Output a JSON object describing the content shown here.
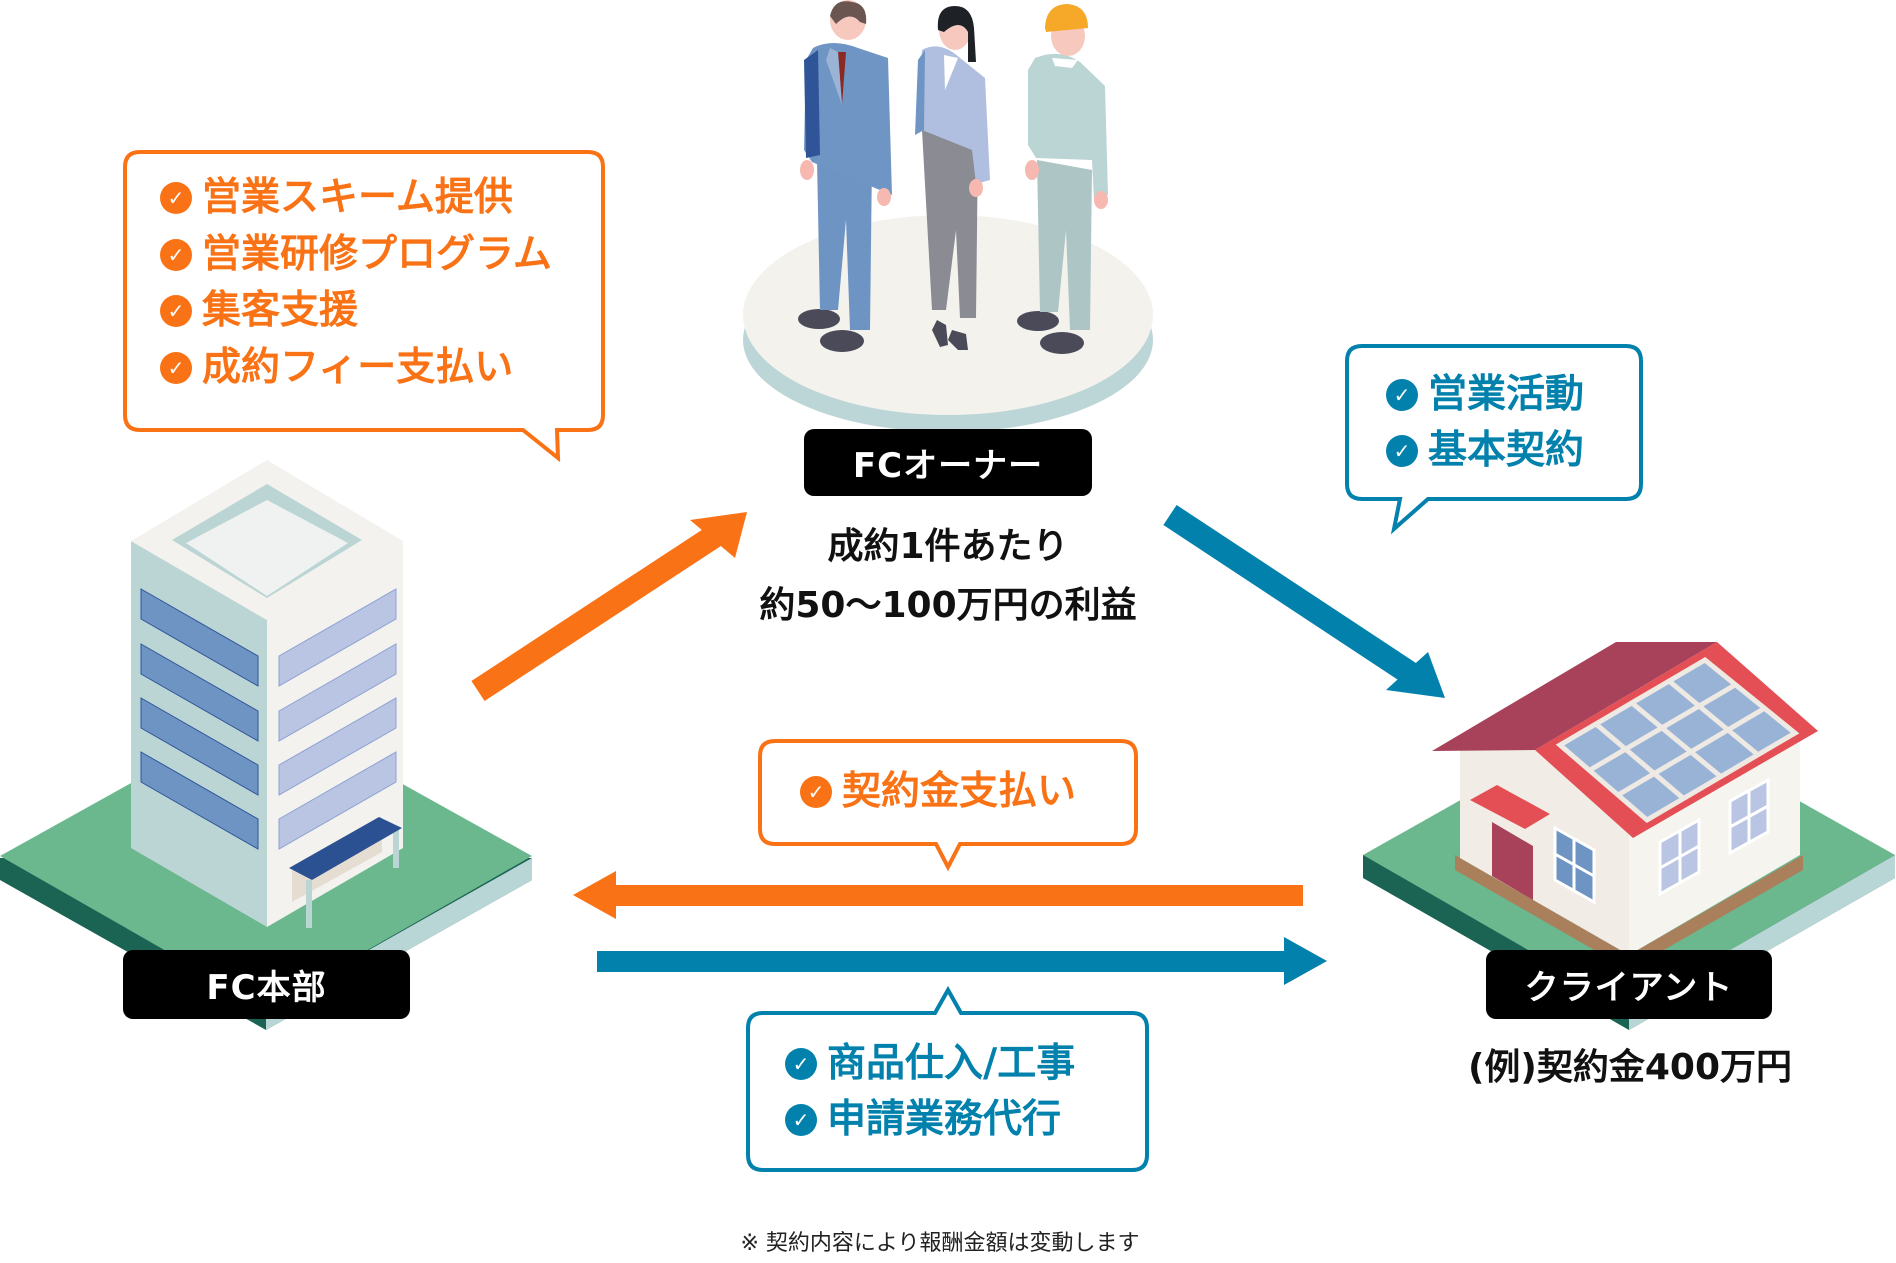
{
  "colors": {
    "orange": "#f97316",
    "blue": "#0381ad",
    "label_bg": "#000000",
    "ground_green": "#6bb88e",
    "ground_dark": "#1b6353",
    "ground_light": "#b9d6d6",
    "roof_red": "#a8425a",
    "roof_trim": "#e34f55",
    "solar_panel": "#98b3d6",
    "wall": "#f1ece6"
  },
  "nodes": {
    "headquarters": {
      "label": "FC本部",
      "icon": "office-building-icon"
    },
    "owner": {
      "label": "FCオーナー",
      "icon": "business-people-icon",
      "profit_line1": "成約1件あたり",
      "profit_line2": "約50〜100万円の利益"
    },
    "client": {
      "label": "クライアント",
      "icon": "solar-house-icon",
      "example": "(例)契約金400万円"
    }
  },
  "bubbles": {
    "headquarters_services": {
      "color": "orange",
      "items": [
        "営業スキーム提供",
        "営業研修プログラム",
        "集客支援",
        "成約フィー支払い"
      ]
    },
    "owner_activities": {
      "color": "blue",
      "items": [
        "営業活動",
        "基本契約"
      ]
    },
    "client_payment": {
      "color": "orange",
      "items": [
        "契約金支払い"
      ]
    },
    "headquarters_delivery": {
      "color": "blue",
      "items": [
        "商品仕入/工事",
        "申請業務代行"
      ]
    }
  },
  "check_icon": "✓",
  "arrows": [
    {
      "from": "headquarters",
      "to": "owner",
      "color": "orange"
    },
    {
      "from": "owner",
      "to": "client",
      "color": "blue"
    },
    {
      "from": "client",
      "to": "headquarters",
      "color": "orange"
    },
    {
      "from": "headquarters",
      "to": "client",
      "color": "blue"
    }
  ],
  "footnote": "※ 契約内容により報酬金額は変動します"
}
